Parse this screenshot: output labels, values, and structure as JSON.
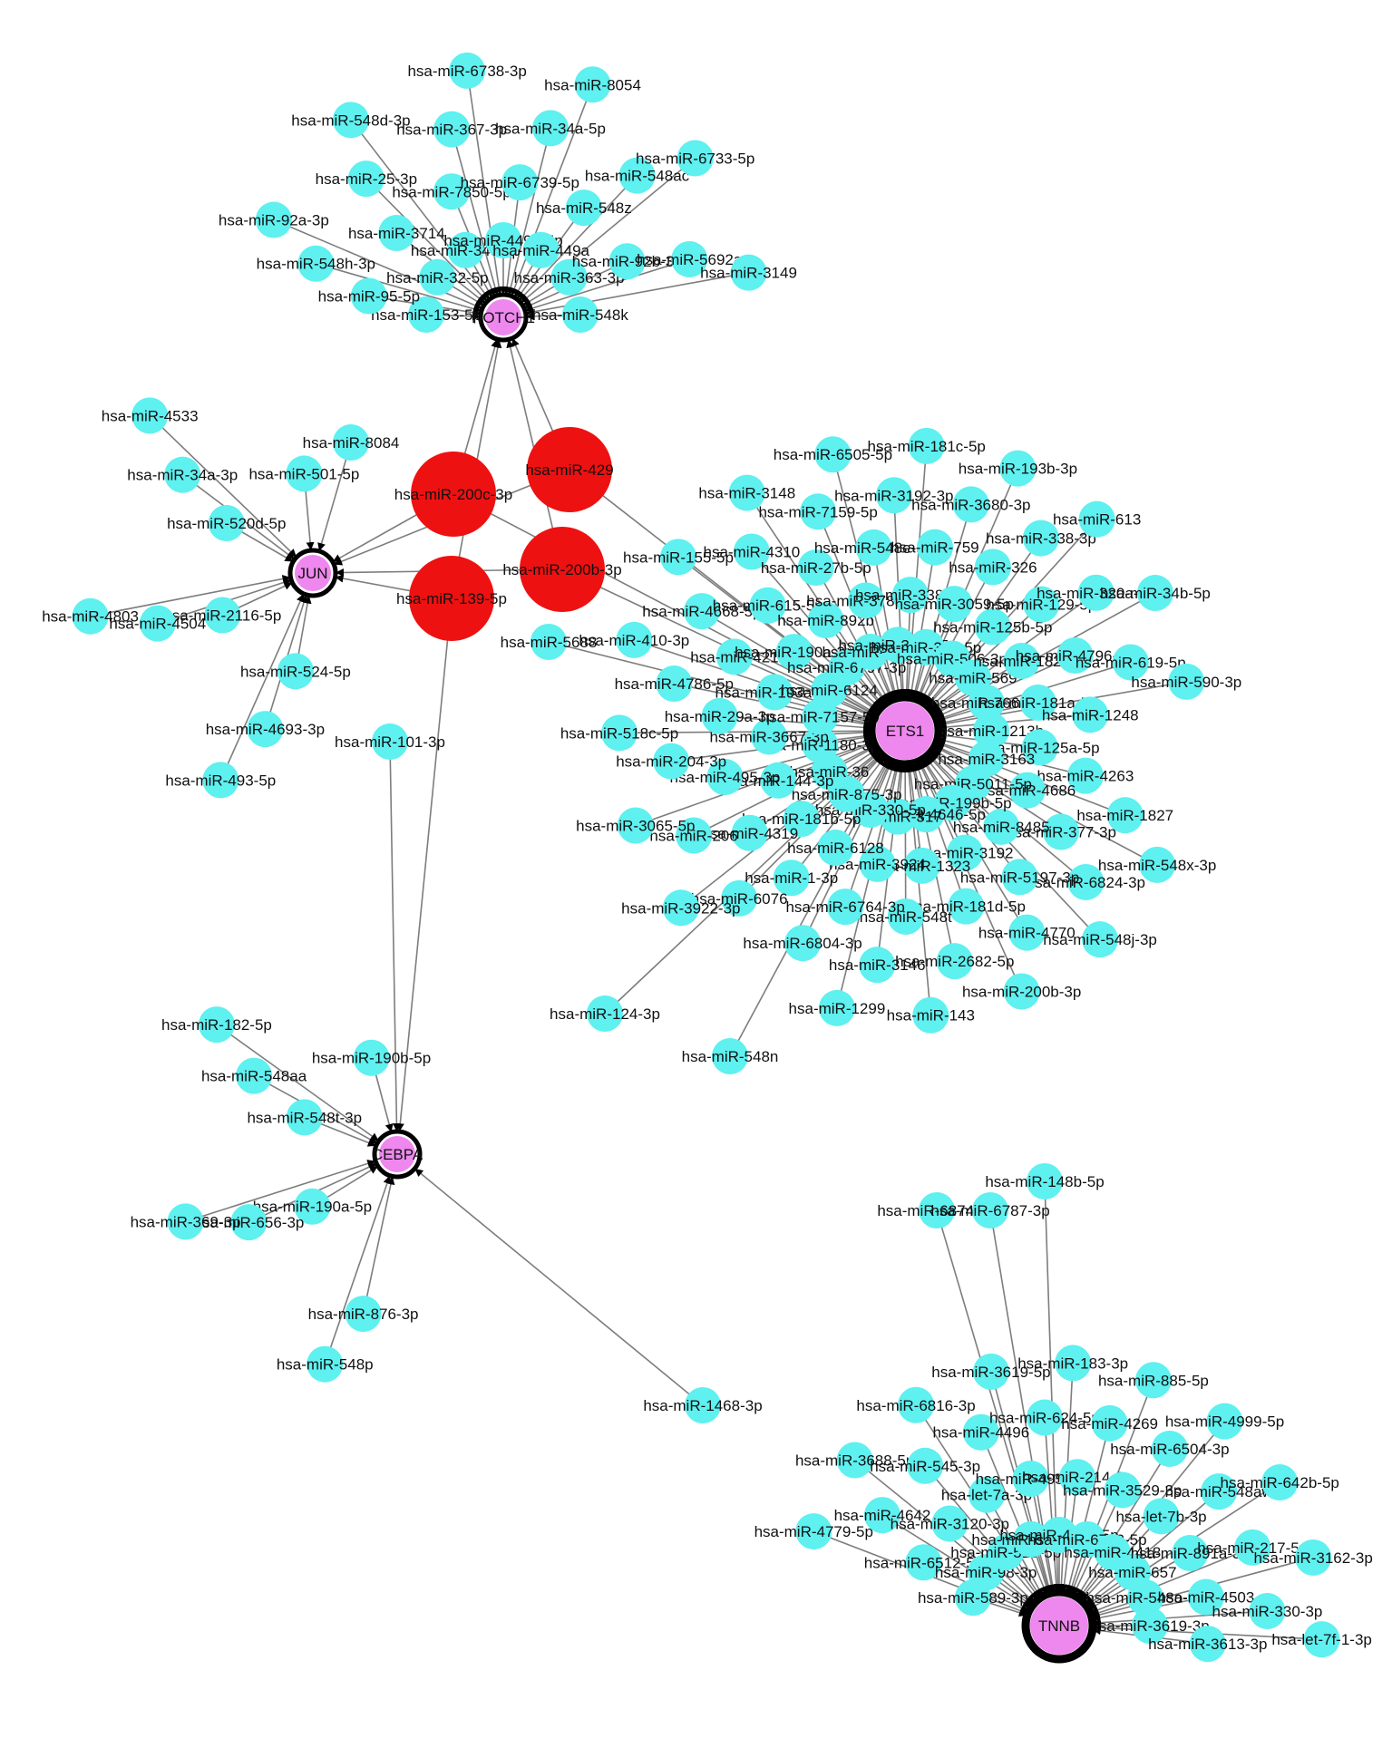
{
  "colors": {
    "mirna": "#5ff0f0",
    "regulator": "#ee1111",
    "gene": "#ee88ee",
    "edge": "#7d7d7d",
    "hub_ring": "#000000"
  },
  "genes": [
    {
      "id": "NOTCH1",
      "label": "NOTCH1"
    },
    {
      "id": "JUN",
      "label": "JUN"
    },
    {
      "id": "ETS1",
      "label": "ETS1"
    },
    {
      "id": "CEBPA",
      "label": "CEBPA"
    },
    {
      "id": "TNNB",
      "label": "TNNB"
    }
  ],
  "regulators": [
    {
      "id": "r1",
      "label": "hsa-miR-200c-3p"
    },
    {
      "id": "r2",
      "label": "hsa-miR-429"
    },
    {
      "id": "r3",
      "label": "hsa-miR-139-5p"
    },
    {
      "id": "r4",
      "label": "hsa-miR-200b-3p"
    }
  ],
  "mirnas": {
    "NOTCH1": [
      "hsa-miR-153-5p",
      "hsa-miR-95-5p",
      "hsa-miR-548h-3p",
      "hsa-miR-92a-3p",
      "hsa-miR-32-5p",
      "hsa-miR-3714",
      "hsa-miR-25-3p",
      "hsa-miR-548d-3p",
      "hsa-miR-34c-5p",
      "hsa-miR-7850-5p",
      "hsa-miR-367-3p",
      "hsa-miR-6738-3p",
      "hsa-miR-449b-5p",
      "hsa-miR-6739-5p",
      "hsa-miR-34a-5p",
      "hsa-miR-8054",
      "hsa-miR-449a",
      "hsa-miR-548z",
      "hsa-miR-548ac",
      "hsa-miR-6733-5p",
      "hsa-miR-363-3p",
      "hsa-miR-92b-3p",
      "hsa-miR-5692a",
      "hsa-miR-3149",
      "hsa-miR-548k"
    ],
    "JUN": [
      "hsa-miR-524-5p",
      "hsa-miR-4693-3p",
      "hsa-miR-493-5p",
      "hsa-miR-2116-5p",
      "hsa-miR-4504",
      "hsa-miR-4803",
      "hsa-miR-520d-5p",
      "hsa-miR-34a-3p",
      "hsa-miR-4533",
      "hsa-miR-501-5p",
      "hsa-miR-8084"
    ],
    "ETS1": [
      "hsa-miR-1213b",
      "hsa-miR-125a-5p",
      "hsa-miR-4263",
      "hsa-miR-1827",
      "hsa-miR-548x-3p",
      "hsa-miR-3163",
      "hsa-miR-4686",
      "hsa-miR-377-3p",
      "hsa-miR-6824-3p",
      "hsa-miR-548j-3p",
      "hsa-miR-5011-5p",
      "hsa-miR-8485",
      "hsa-miR-5197-3p",
      "hsa-miR-4770",
      "hsa-miR-200b-3p",
      "hsa-miR-199b-5p",
      "hsa-miR-3192",
      "hsa-miR-181d-5p",
      "hsa-miR-2682-5p",
      "hsa-miR-143",
      "hsa-miR-4646-5p",
      "hsa-miR-1323",
      "hsa-miR-548t",
      "hsa-miR-3146",
      "hsa-miR-1299",
      "hsa-miR-317",
      "hsa-miR-3924",
      "hsa-miR-6764-3p",
      "hsa-miR-6804-3p",
      "hsa-miR-5688",
      "hsa-miR-330-5p",
      "hsa-miR-6128",
      "hsa-miR-1-3p",
      "hsa-miR-6076",
      "hsa-miR-3922-3p",
      "hsa-miR-875-3p",
      "hsa-miR-181b-5p",
      "hsa-miR-4319",
      "hsa-miR-206",
      "hsa-miR-3065-5p",
      "hsa-miR-36",
      "hsa-miR-144-3p",
      "hsa-miR-495-3p",
      "hsa-miR-204-3p",
      "hsa-miR-518c-5p",
      "hsa-miR-1180-3p",
      "hsa-miR-3667-3p",
      "hsa-miR-29a-3p",
      "hsa-miR-4786-5p",
      "hsa-miR-410-3p",
      "hsa-miR-7157-5p",
      "hsa-miR-193a-3p",
      "hsa-miR-421",
      "hsa-miR-4668-5p",
      "hsa-miR-155-5p",
      "hsa-miR-6124",
      "hsa-miR-190a-3p",
      "hsa-miR-615-5p",
      "hsa-miR-4310",
      "hsa-miR-3148",
      "hsa-miR-6797-3p",
      "hsa-miR-892b",
      "hsa-miR-27b-5p",
      "hsa-miR-7159-5p",
      "hsa-miR-6505-5p",
      "hsa-miR-1200",
      "hsa-miR-378a-5p",
      "hsa-miR-548e-5p",
      "hsa-miR-3192-3p",
      "hsa-miR-181c-5p",
      "hsa-miR-3190-5p",
      "hsa-miR-338-5p",
      "hsa-miR-759",
      "hsa-miR-3680-3p",
      "hsa-miR-193b-3p",
      "hsa-miR-335-5p",
      "hsa-miR-3059-5p",
      "hsa-miR-326",
      "hsa-miR-338-3p",
      "hsa-miR-613",
      "hsa-miR-506-3p",
      "hsa-miR-125b-5p",
      "hsa-miR-129-5p",
      "hsa-miR-320a-3p",
      "hsa-miR-34b-5p",
      "hsa-miR-569",
      "hsa-miR-1825",
      "hsa-miR-4796-5p",
      "hsa-miR-619-5p",
      "hsa-miR-590-3p",
      "hsa-miR-766-3p",
      "hsa-miR-181a-5p",
      "hsa-miR-1248",
      "hsa-miR-548n",
      "hsa-miR-124-3p"
    ],
    "CEBPA": [
      "hsa-miR-101-3p",
      "hsa-miR-876-3p",
      "hsa-miR-548p",
      "hsa-miR-190a-5p",
      "hsa-miR-656-3p",
      "hsa-miR-369-3p",
      "hsa-miR-548t-3p",
      "hsa-miR-548aa",
      "hsa-miR-182-5p",
      "hsa-miR-190b-5p",
      "hsa-miR-1468-3p"
    ],
    "TNNB": [
      "hsa-miR-148b-5p",
      "hsa-miR-6874-3p",
      "hsa-miR-6787-3p",
      "hsa-miR-4779-5p",
      "hsa-miR-589-3p",
      "hsa-miR-6512-5p",
      "hsa-miR-4642",
      "hsa-miR-3688-5p",
      "hsa-miR-98-3p",
      "hsa-miR-3120-3p",
      "hsa-miR-545-3p",
      "hsa-miR-6816-3p",
      "hsa-miR-519-5p",
      "hsa-let-7a-3p",
      "hsa-miR-4496",
      "hsa-miR-3619-5p",
      "hsa-miR-6513-5p",
      "hsa-miR-495-5p",
      "hsa-miR-624-5p",
      "hsa-miR-183-3p",
      "hsa-miR-4733-5p",
      "hsa-miR-214-3p",
      "hsa-miR-4269",
      "hsa-miR-885-5p",
      "hsa-miR-6792-5p",
      "hsa-miR-3529-3p",
      "hsa-miR-6504-3p",
      "hsa-miR-4999-5p",
      "hsa-miR-4418",
      "hsa-let-7b-3p",
      "hsa-miR-548aw",
      "hsa-miR-642b-5p",
      "hsa-miR-657",
      "hsa-miR-891a-3p",
      "hsa-miR-217-5p",
      "hsa-miR-3162-3p",
      "hsa-miR-548o-5p",
      "hsa-miR-4503",
      "hsa-miR-330-3p",
      "hsa-let-7f-1-3p",
      "hsa-miR-3619-3p",
      "hsa-miR-3613-3p"
    ]
  }
}
